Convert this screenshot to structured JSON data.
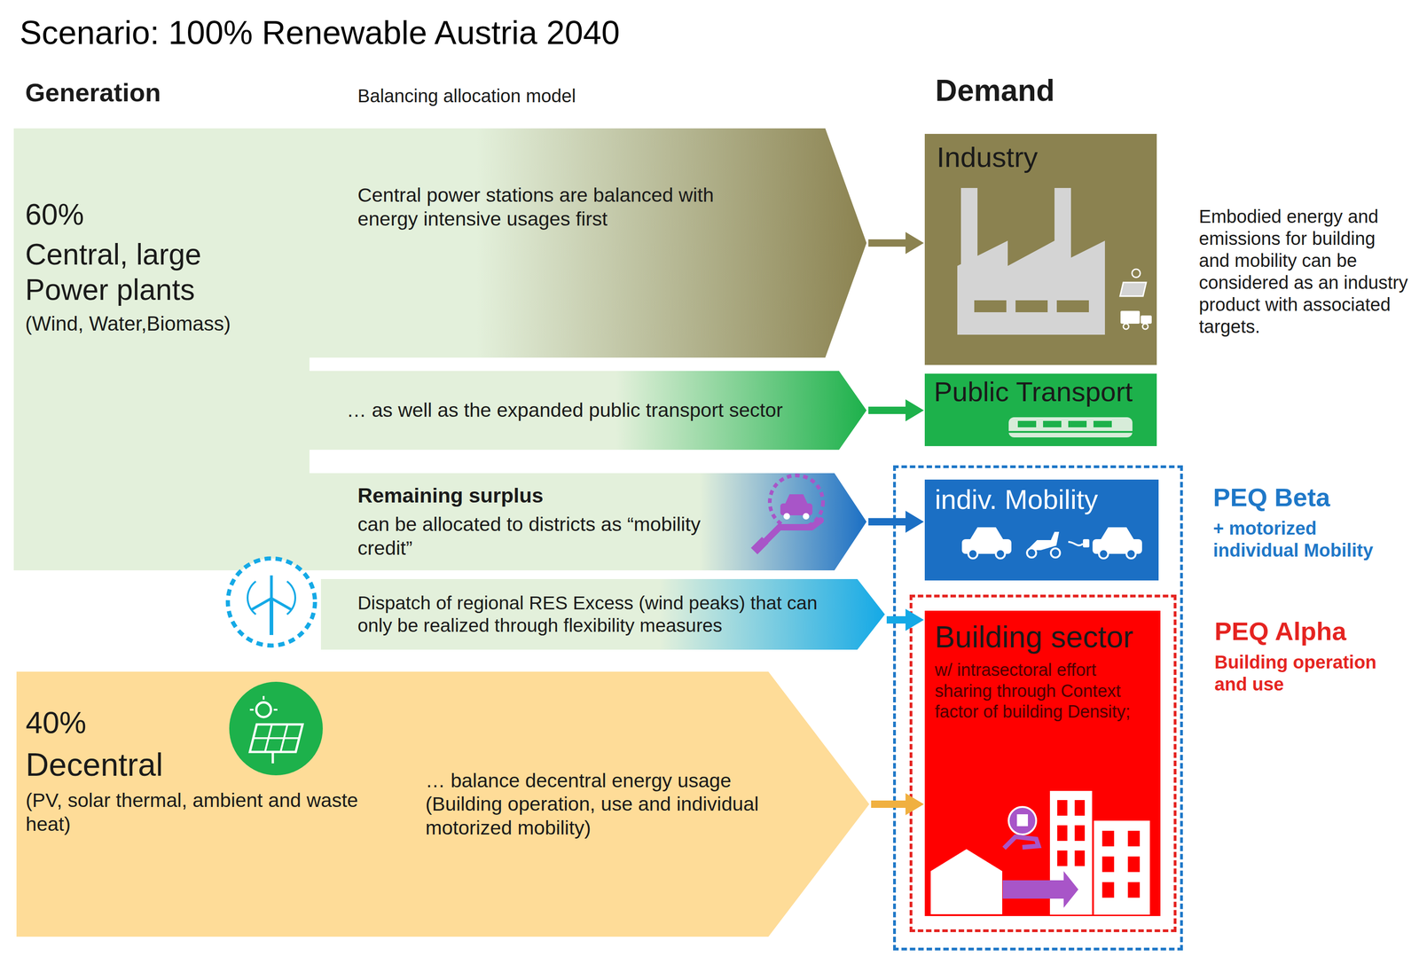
{
  "diagram": {
    "title": "Scenario: 100% Renewable Austria 2040",
    "nodes": [
      {
        "text": [
          "60%",
          "Central, large Power plants",
          "(Wind, Water,Biomass)"
        ]
      },
      {
        "text": [
          "Central power stations are balanced with energy intensive usages first"
        ]
      },
      {
        "text": [
          "… as well as the expanded public transport sector"
        ]
      },
      {
        "text": [
          "Remaining surplus",
          "can be allocated to districts as “mobility credit”"
        ]
      },
      {
        "text": [
          "Dispatch of regional RES Excess (wind peaks) that can only be realized through flexibility measures"
        ]
      },
      {
        "text": [
          "40%",
          "Decentral",
          "(PV, solar thermal, ambient and waste heat)",
          "… balance decentral energy usage (Building operation, use and individual motorized mobility)"
        ]
      },
      {
        "text": [
          "Industry"
        ]
      },
      {
        "text": [
          "Public Transport"
        ]
      },
      {
        "text": [
          "PEQ Beta",
          "+ motorized individual Mobility"
        ]
      },
      {
        "text": [
          "indiv. Mobility"
        ],
        "in": 8
      },
      {
        "text": [
          "PEQ Alpha",
          "Building operation and use"
        ],
        "in": 8
      },
      {
        "text": [
          "Building sector",
          "w/ intrasectoral effort sharing through Context factor of building Density;"
        ],
        "in": 10
      }
    ],
    "edges": [
      {
        "from": 1,
        "to": 6,
        "arrow": "to"
      },
      {
        "from": 2,
        "to": 7,
        "arrow": "to"
      },
      {
        "from": 3,
        "to": 9,
        "arrow": "to"
      },
      {
        "from": 4,
        "to": 11,
        "arrow": "to"
      },
      {
        "from": 5,
        "to": 11,
        "arrow": "to"
      }
    ],
    "labels": [
      "Generation",
      "Balancing allocation model",
      "Demand",
      "Embodied energy and emissions for building and mobility can be considered as an industry product with associated targets."
    ]
  }
}
